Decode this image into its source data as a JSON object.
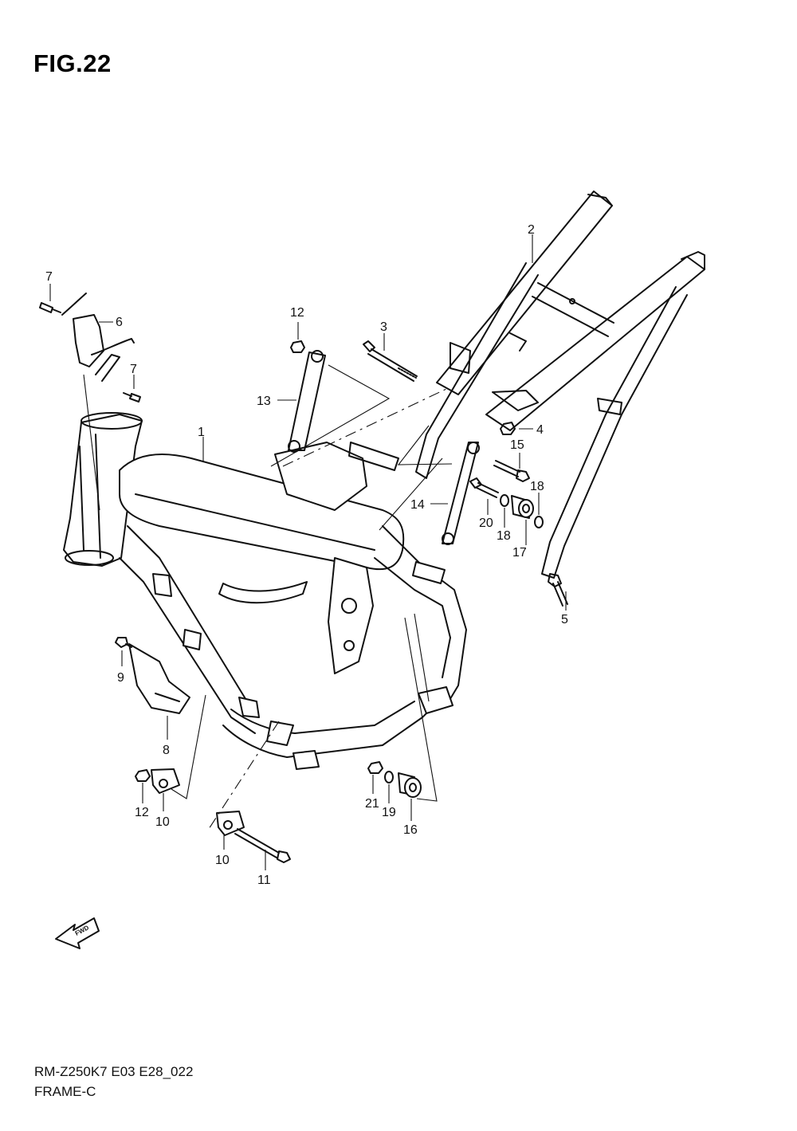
{
  "title": "FIG.22",
  "footer": {
    "code": "RM-Z250K7 E03 E28_022",
    "name": "FRAME-C"
  },
  "fwd_label": "FWD",
  "callouts": {
    "c1": "1",
    "c2": "2",
    "c3": "3",
    "c4": "4",
    "c5": "5",
    "c6": "6",
    "c7a": "7",
    "c7b": "7",
    "c8": "8",
    "c9": "9",
    "c10a": "10",
    "c10b": "10",
    "c11": "11",
    "c12a": "12",
    "c12b": "12",
    "c13": "13",
    "c14": "14",
    "c15": "15",
    "c16": "16",
    "c17": "17",
    "c18a": "18",
    "c18b": "18",
    "c19": "19",
    "c20": "20",
    "c21": "21"
  }
}
